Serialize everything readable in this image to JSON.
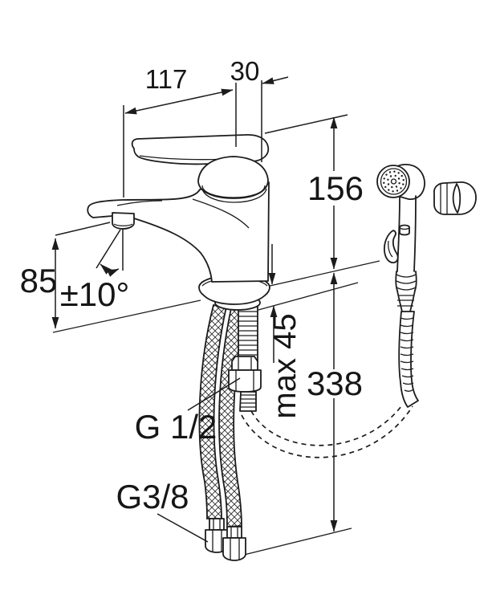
{
  "diagram": {
    "labels": {
      "spout_reach": "117",
      "spout_offset": "30",
      "spout_height": "156",
      "outlet_height": "85",
      "swivel_angle": "±10°",
      "max_deck_thickness": "max 45",
      "below_deck_height": "338",
      "hose_thread": "G 1/2",
      "supply_thread": "G3/8"
    },
    "colors": {
      "line": "#1c1c1c",
      "background": "#ffffff"
    }
  }
}
